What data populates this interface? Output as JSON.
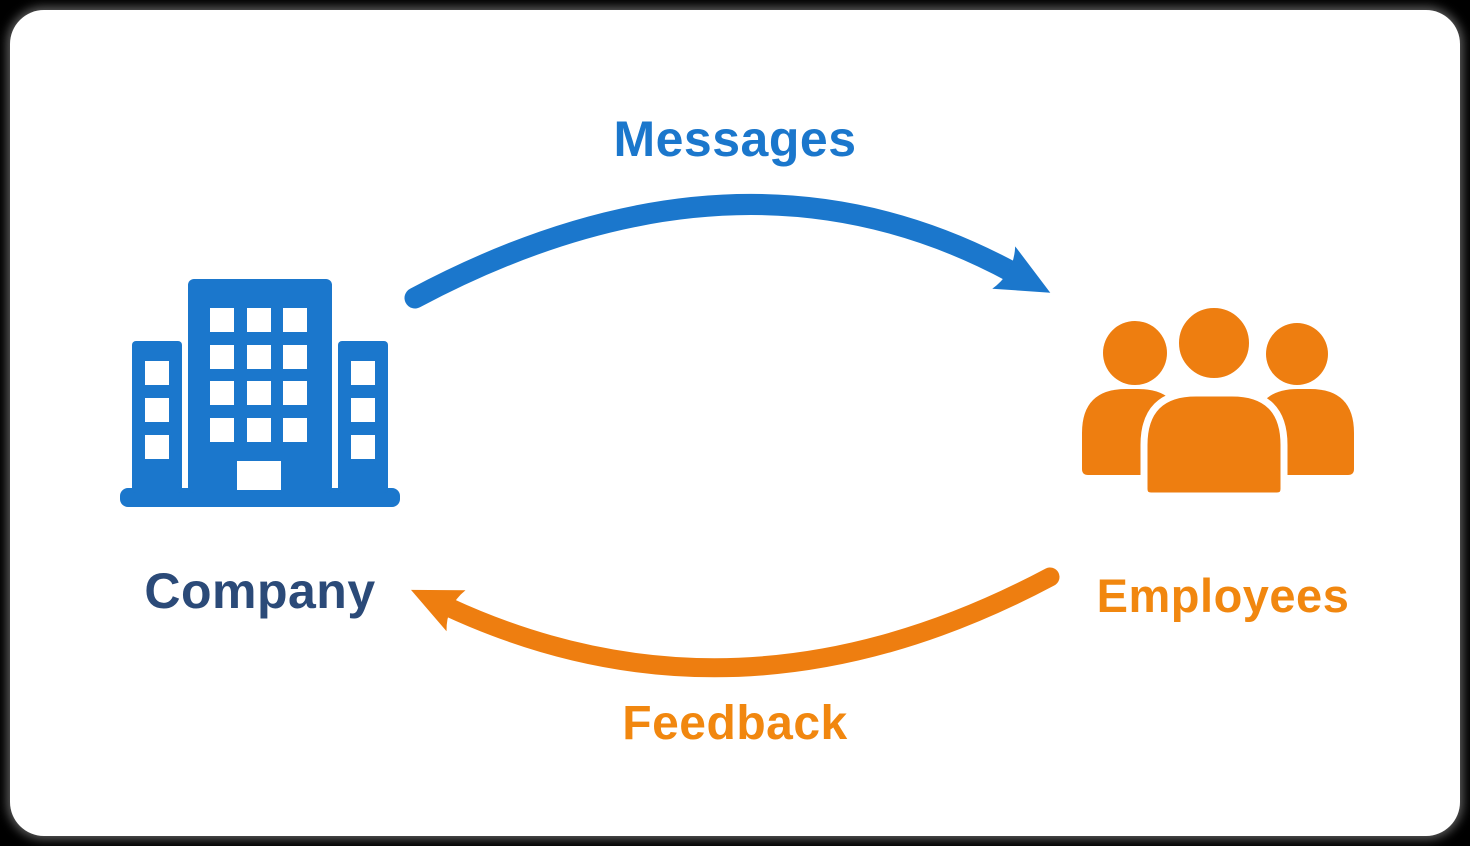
{
  "diagram": {
    "type": "two-way communication cycle",
    "nodes": [
      {
        "label": "Company",
        "icon": "building-icon",
        "icon_color": "#1b77cc",
        "label_color": "#2b4a78"
      },
      {
        "label": "Employees",
        "icon": "people-group-icon",
        "icon_color": "#ee7e10",
        "label_color": "#f1870f"
      }
    ],
    "edges": [
      {
        "label": "Messages",
        "from": "Company",
        "to": "Employees",
        "color": "#1b77cc",
        "shape": "arc-over-top"
      },
      {
        "label": "Feedback",
        "from": "Employees",
        "to": "Company",
        "color": "#ee7e10",
        "shape": "arc-under-bottom"
      }
    ]
  },
  "theme": {
    "page_bg": "#000000",
    "card_bg": "#ffffff",
    "blue": "#1b77cc",
    "navy": "#2b4a78",
    "orange": "#ee7e10",
    "orange_text": "#f1870f"
  }
}
